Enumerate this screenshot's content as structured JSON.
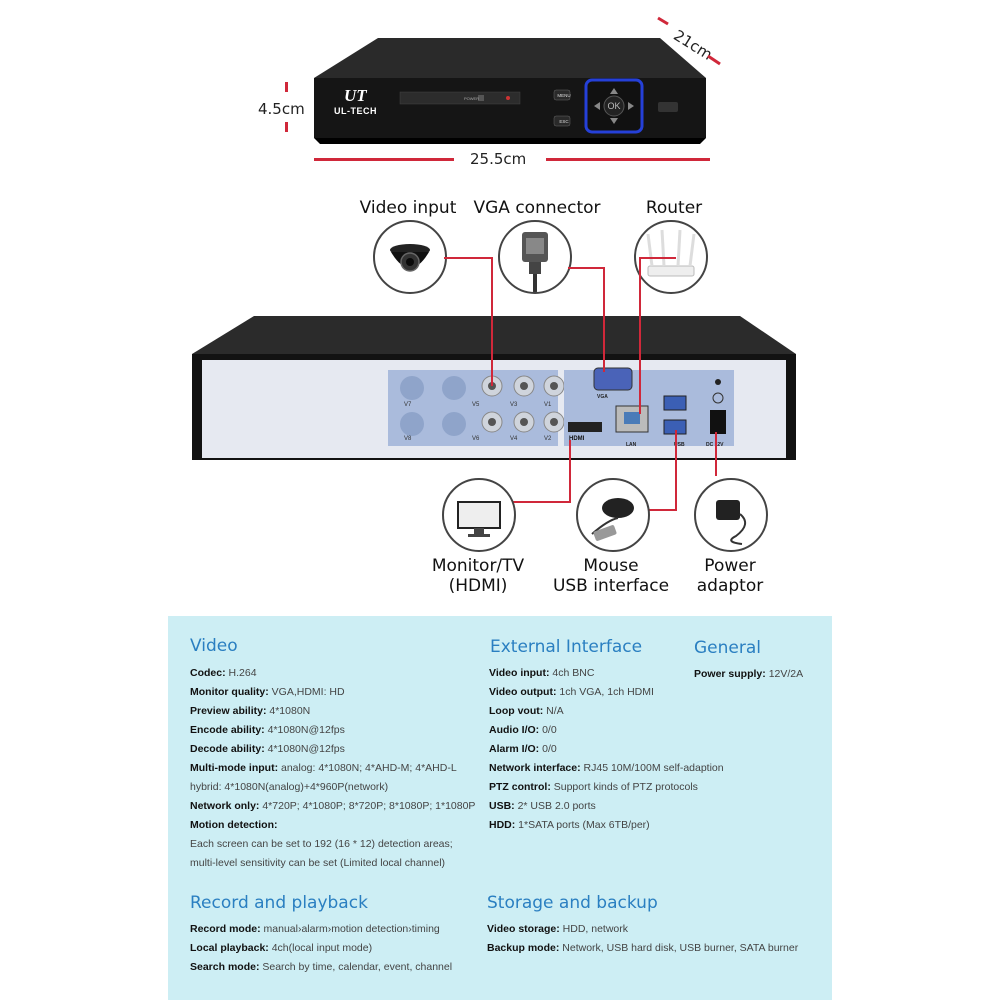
{
  "dimensions": {
    "height": "4.5cm",
    "width": "25.5cm",
    "depth": "21cm"
  },
  "front_panel": {
    "brand_logo": "UL-TECH",
    "power_label": "POWER",
    "menu_button": "MENU",
    "esc_button": "ESC",
    "ok_button": "OK"
  },
  "connectors": {
    "video_input": "Video input",
    "vga_connector": "VGA connector",
    "router": "Router",
    "monitor_line1": "Monitor/TV",
    "monitor_line2": "(HDMI)",
    "mouse_line1": "Mouse",
    "mouse_line2": "USB interface",
    "power_line1": "Power",
    "power_line2": "adaptor"
  },
  "back_panel": {
    "video_ports": [
      "V7",
      "V5",
      "V3",
      "V1",
      "V8",
      "V6",
      "V4",
      "V2"
    ],
    "vga": "VGA",
    "lan": "LAN",
    "usb": "USB",
    "dc": "DC 12V",
    "hdmi": "HDMI"
  },
  "specs": {
    "video": {
      "title": "Video",
      "rows": [
        {
          "k": "Codec:",
          "v": "H.264"
        },
        {
          "k": "Monitor quality:",
          "v": "VGA,HDMI: HD"
        },
        {
          "k": "Preview ability:",
          "v": "4*1080N"
        },
        {
          "k": "Encode ability:",
          "v": "4*1080N@12fps"
        },
        {
          "k": "Decode ability:",
          "v": "4*1080N@12fps"
        },
        {
          "k": "Multi-mode input:",
          "v": "analog: 4*1080N; 4*AHD-M; 4*AHD-L"
        },
        {
          "k": "",
          "v": "hybrid: 4*1080N(analog)+4*960P(network)"
        },
        {
          "k": "Network only:",
          "v": "4*720P; 4*1080P; 8*720P; 8*1080P; 1*1080P"
        },
        {
          "k": "Motion detection:",
          "v": ""
        },
        {
          "k": "",
          "v": "Each screen can be set to 192 (16 * 12) detection areas;"
        },
        {
          "k": "",
          "v": "multi-level sensitivity can be set (Limited local channel)"
        }
      ]
    },
    "external": {
      "title": "External Interface",
      "rows": [
        {
          "k": "Video input:",
          "v": "4ch BNC"
        },
        {
          "k": "Video output:",
          "v": "1ch VGA, 1ch HDMI"
        },
        {
          "k": "Loop vout:",
          "v": "N/A"
        },
        {
          "k": "Audio I/O:",
          "v": "0/0"
        },
        {
          "k": "Alarm I/O:",
          "v": "0/0"
        },
        {
          "k": "Network interface:",
          "v": "RJ45 10M/100M self-adaption"
        },
        {
          "k": "PTZ control:",
          "v": "Support kinds of PTZ protocols"
        },
        {
          "k": "USB:",
          "v": "2* USB 2.0 ports"
        },
        {
          "k": "HDD:",
          "v": "1*SATA ports (Max 6TB/per)"
        }
      ]
    },
    "general": {
      "title": "General",
      "rows": [
        {
          "k": "Power supply:",
          "v": "12V/2A"
        }
      ]
    },
    "record": {
      "title": "Record and playback",
      "rows": [
        {
          "k": "Record mode:",
          "v": "manual›alarm›motion detection›timing"
        },
        {
          "k": "Local playback:",
          "v": "4ch(local input mode)"
        },
        {
          "k": "Search mode:",
          "v": "Search by time, calendar, event, channel"
        }
      ]
    },
    "storage": {
      "title": "Storage and backup",
      "rows": [
        {
          "k": "Video storage:",
          "v": "HDD, network"
        },
        {
          "k": "Backup mode:",
          "v": "Network, USB hard disk, USB burner, SATA burner"
        }
      ]
    }
  }
}
